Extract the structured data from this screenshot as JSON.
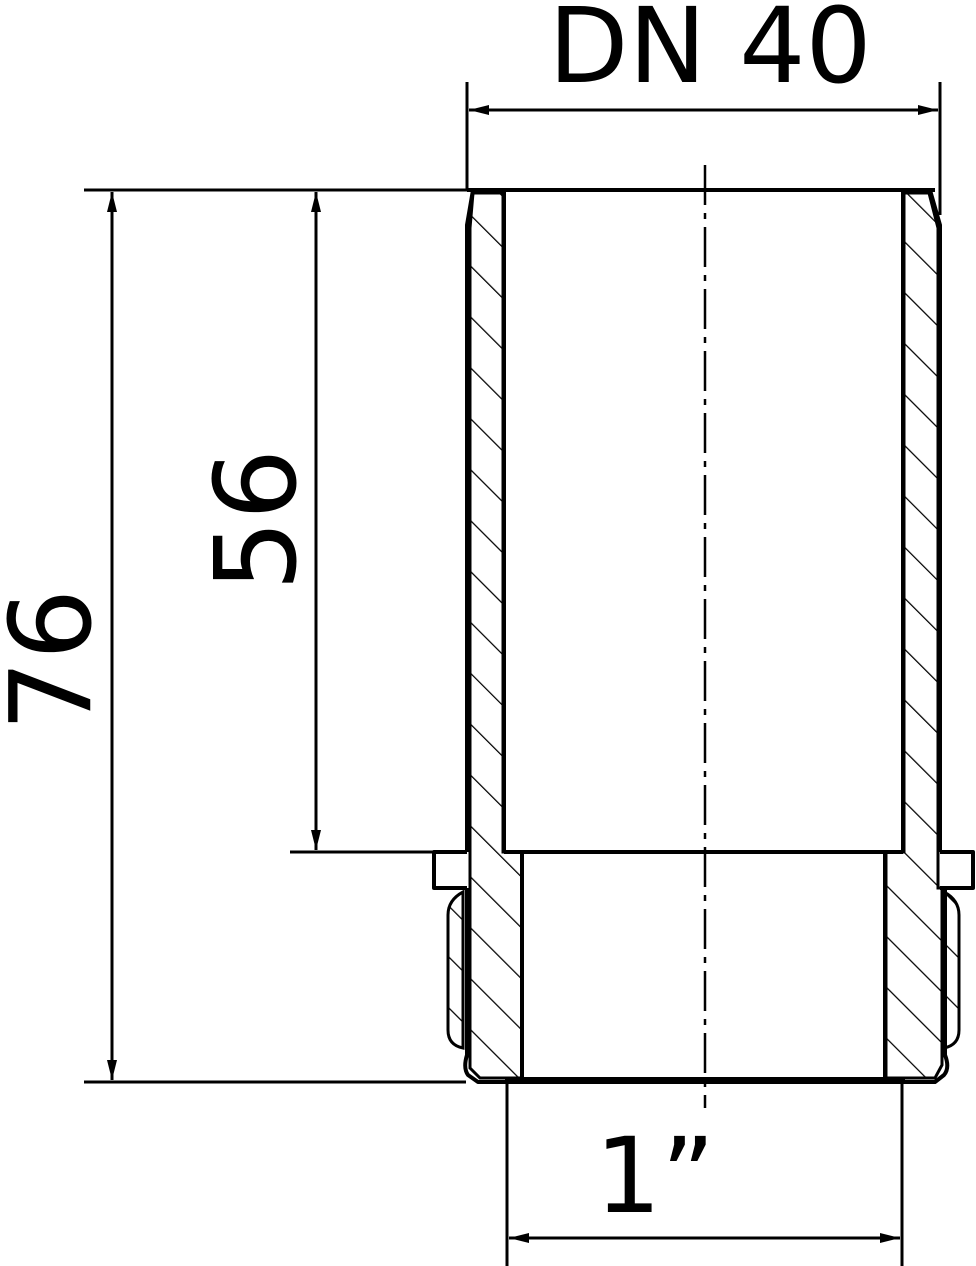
{
  "drawing": {
    "dimensions": {
      "top_width": "DN 40",
      "total_height": "76",
      "upper_height": "56",
      "bottom_thread": "1”"
    },
    "colors": {
      "line": "#000000",
      "background": "#ffffff"
    }
  }
}
